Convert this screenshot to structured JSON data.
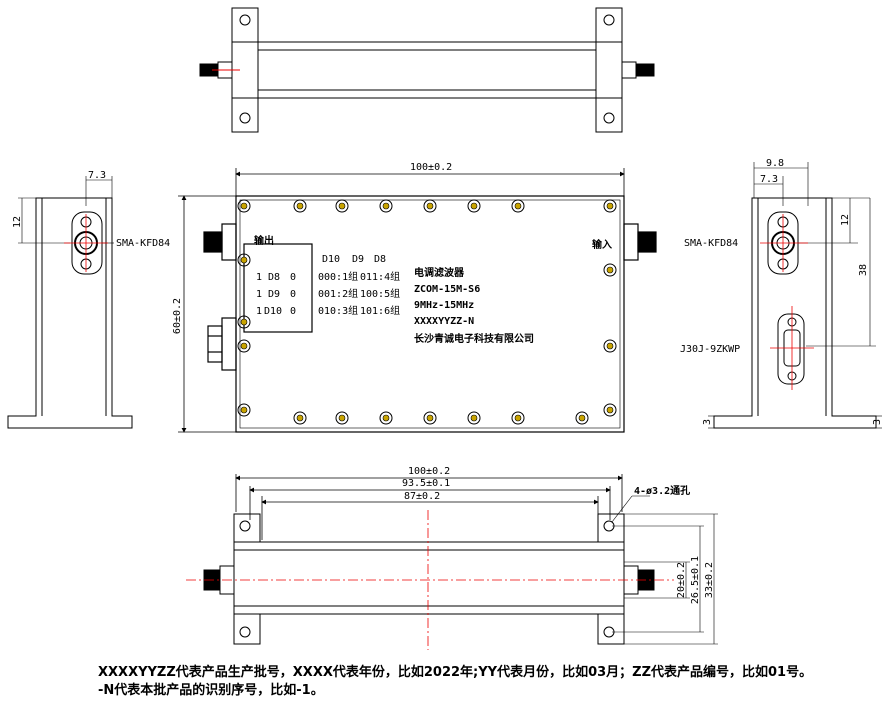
{
  "top_view": {},
  "front_view": {
    "dim_width": "100±0.2",
    "dim_height": "60±0.2",
    "label_output": "输出",
    "label_input": "输入",
    "dip_header": [
      "D10",
      "D9",
      "D8"
    ],
    "dip_rows": [
      {
        "num": "1",
        "name": "D8",
        "val": "0"
      },
      {
        "num": "1",
        "name": "D9",
        "val": "0"
      },
      {
        "num": "1",
        "name": "D10",
        "val": "0"
      }
    ],
    "code_table": [
      [
        "000:1组",
        "011:4组"
      ],
      [
        "001:2组",
        "100:5组"
      ],
      [
        "010:3组",
        "101:6组"
      ]
    ],
    "product_lines": [
      "电调滤波器",
      "ZCOM-15M-S6",
      "9MHz-15MHz",
      "XXXXYYZZ-N",
      "长沙青诚电子科技有限公司"
    ]
  },
  "left_view": {
    "dim_7_3": "7.3",
    "dim_12": "12",
    "connector": "SMA-KFD84"
  },
  "right_view": {
    "dim_9_8": "9.8",
    "dim_7_3": "7.3",
    "dim_12": "12",
    "dim_38": "38",
    "dim_3": "3",
    "connector_sma": "SMA-KFD84",
    "connector_j30": "J30J-9ZKWP"
  },
  "bottom_view": {
    "dim_100": "100±0.2",
    "dim_93_5": "93.5±0.1",
    "dim_87": "87±0.2",
    "holes": "4-ø3.2通孔",
    "dim_20": "20±0.2",
    "dim_26_5": "26.5±0.1",
    "dim_33": "33±0.2"
  },
  "notes": [
    "XXXXYYZZ代表产品生产批号，XXXX代表年份，比如2022年;YY代表月份，比如03月；ZZ代表产品编号，比如01号。",
    "-N代表本批产品的识别序号，比如-1。"
  ]
}
